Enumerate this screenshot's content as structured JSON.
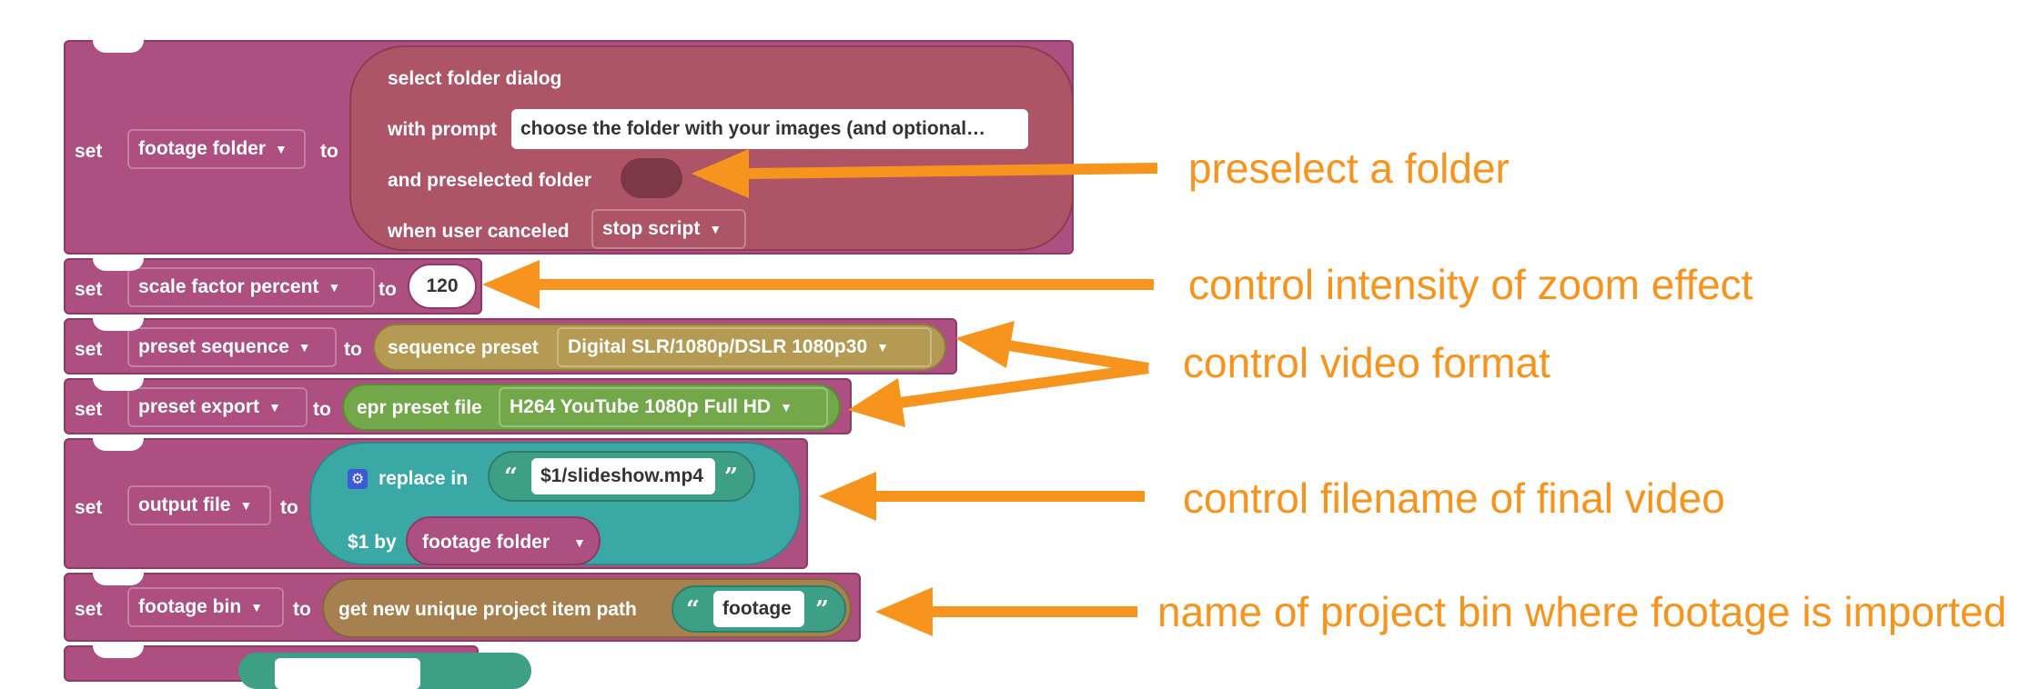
{
  "colors": {
    "set_block": "#ad4f80",
    "dialog_block": "#ad5567",
    "sequence_preset": "#b49a52",
    "epr_preset": "#72a84a",
    "replace_block": "#3aa8a5",
    "unique_path": "#a7804f",
    "string_block": "#3d9f86",
    "annotation": "#f7941d"
  },
  "icons": {
    "dropdown": "caret-down-icon",
    "gear": "gear-icon",
    "arrow": "orange-arrow-icon"
  },
  "blocks": {
    "set_word": "set",
    "to_word": "to",
    "footage_folder": {
      "variable": "footage folder",
      "dialog_title": "select folder dialog",
      "with_prompt_label": "with prompt",
      "prompt_value": "choose the folder with your images (and optional…",
      "preselected_label": "and preselected folder",
      "canceled_label": "when user canceled",
      "canceled_value": "stop script"
    },
    "scale": {
      "variable": "scale factor percent",
      "value": "120"
    },
    "preset_sequence": {
      "variable": "preset sequence",
      "preset_label": "sequence preset",
      "preset_value": "Digital SLR/1080p/DSLR 1080p30"
    },
    "preset_export": {
      "variable": "preset export",
      "preset_label": "epr preset file",
      "preset_value": "H264 YouTube 1080p Full HD"
    },
    "output_file": {
      "variable": "output file",
      "replace_label": "replace in",
      "string_value": "$1/slideshow.mp4",
      "by_label": "$1 by",
      "by_value": "footage folder"
    },
    "footage_bin": {
      "variable": "footage bin",
      "func_label": "get new unique project item path",
      "string_value": "footage"
    },
    "quote_open": "“",
    "quote_close": "”"
  },
  "annotations": [
    "preselect a folder",
    "control intensity of zoom effect",
    "control video format",
    "control filename of final video",
    "name of project bin where footage is imported"
  ]
}
